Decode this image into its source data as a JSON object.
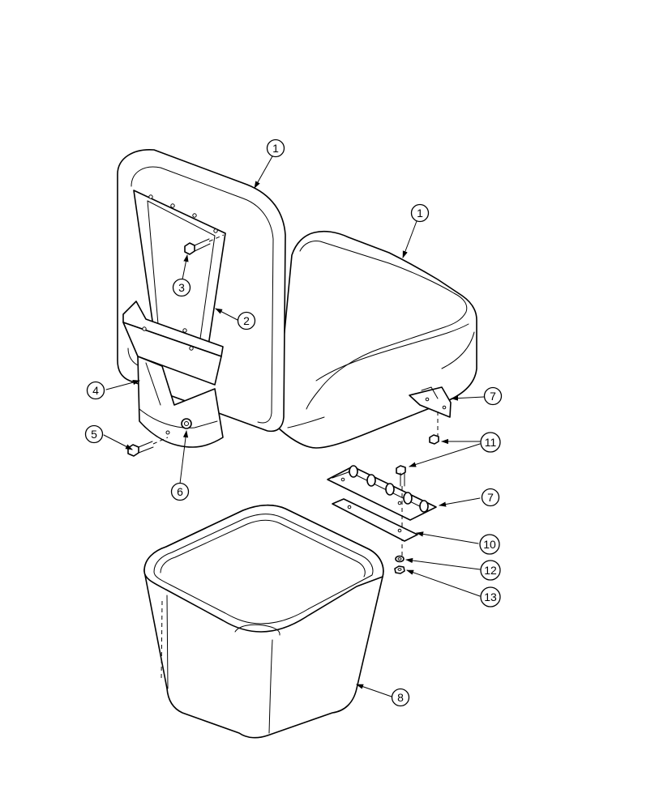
{
  "diagram": {
    "callouts": [
      {
        "id": "c1a",
        "label": "1"
      },
      {
        "id": "c1b",
        "label": "1"
      },
      {
        "id": "c2",
        "label": "2"
      },
      {
        "id": "c3",
        "label": "3"
      },
      {
        "id": "c4",
        "label": "4"
      },
      {
        "id": "c5",
        "label": "5"
      },
      {
        "id": "c6",
        "label": "6"
      },
      {
        "id": "c7a",
        "label": "7"
      },
      {
        "id": "c11",
        "label": "11"
      },
      {
        "id": "c7b",
        "label": "7"
      },
      {
        "id": "c10",
        "label": "10"
      },
      {
        "id": "c12",
        "label": "12"
      },
      {
        "id": "c13",
        "label": "13"
      },
      {
        "id": "c8",
        "label": "8"
      }
    ]
  }
}
